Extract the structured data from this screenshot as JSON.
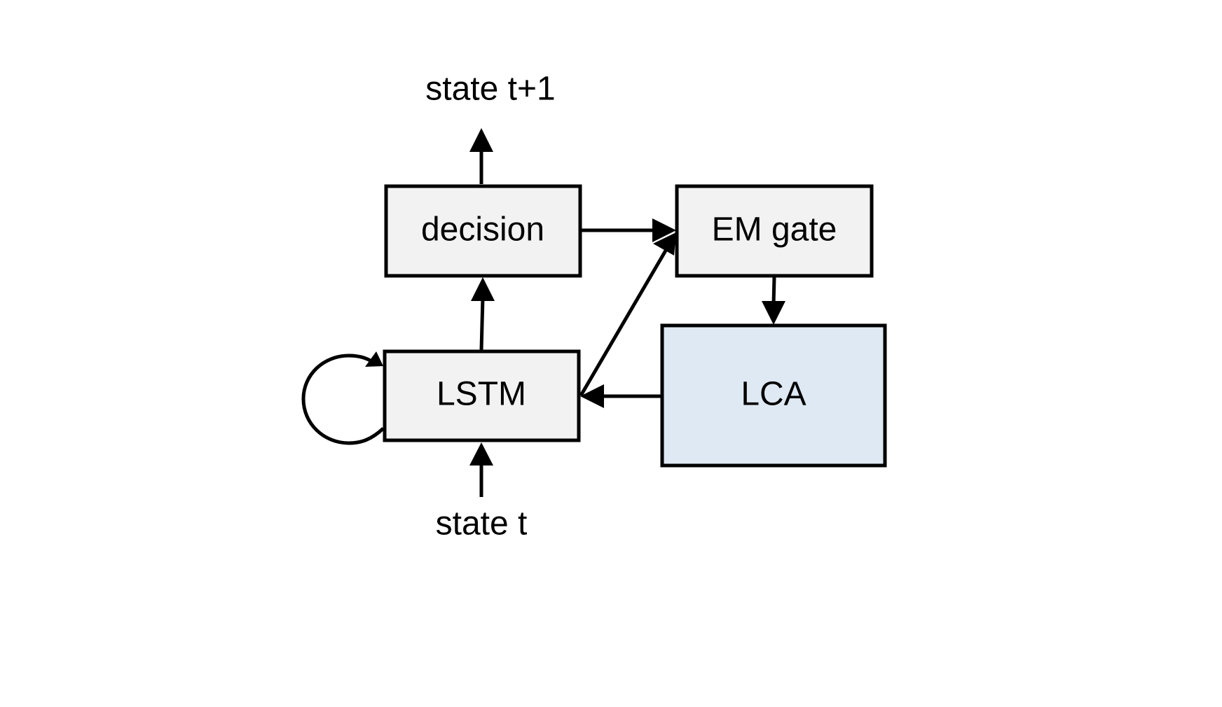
{
  "diagram": {
    "nodes": {
      "decision": "decision",
      "em_gate": "EM gate",
      "lstm": "LSTM",
      "lca": "LCA"
    },
    "external": {
      "output": "state t+1",
      "input": "state t"
    },
    "edges": [
      {
        "from": "state t",
        "to": "LSTM"
      },
      {
        "from": "LSTM",
        "to": "LSTM"
      },
      {
        "from": "LSTM",
        "to": "decision"
      },
      {
        "from": "decision",
        "to": "state t+1"
      },
      {
        "from": "decision",
        "to": "EM gate"
      },
      {
        "from": "LSTM",
        "to": "EM gate"
      },
      {
        "from": "EM gate",
        "to": "LCA"
      },
      {
        "from": "LCA",
        "to": "LSTM"
      }
    ],
    "colors": {
      "default_fill": "#f2f2f2",
      "lca_fill": "#dfe9f3",
      "stroke": "#000000"
    }
  }
}
